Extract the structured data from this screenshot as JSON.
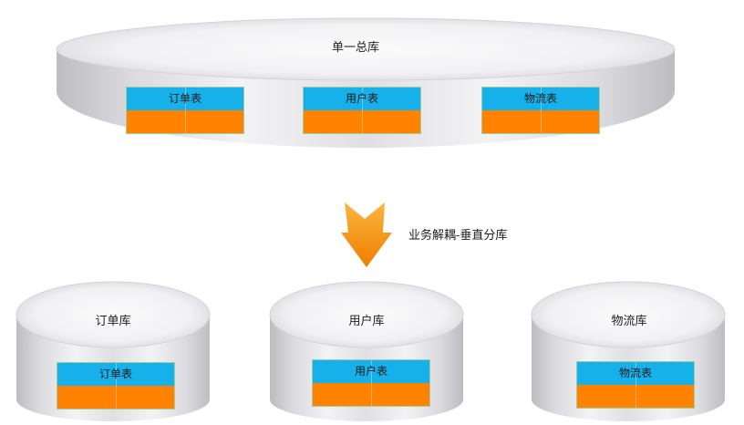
{
  "source_db": {
    "label": "单一总库",
    "tables": [
      {
        "label": "订单表"
      },
      {
        "label": "用户表"
      },
      {
        "label": "物流表"
      }
    ]
  },
  "transition": {
    "label": "业务解耦-垂直分库",
    "icon": "arrow-down-icon"
  },
  "target_dbs": [
    {
      "label": "订单库",
      "table": {
        "label": "订单表"
      }
    },
    {
      "label": "用户库",
      "table": {
        "label": "用户表"
      }
    },
    {
      "label": "物流库",
      "table": {
        "label": "物流表"
      }
    }
  ],
  "colors": {
    "table_header": "#16b0ea",
    "table_body": "#ff8200",
    "arrow_top": "#f9b640",
    "arrow_bottom": "#f07d00"
  }
}
